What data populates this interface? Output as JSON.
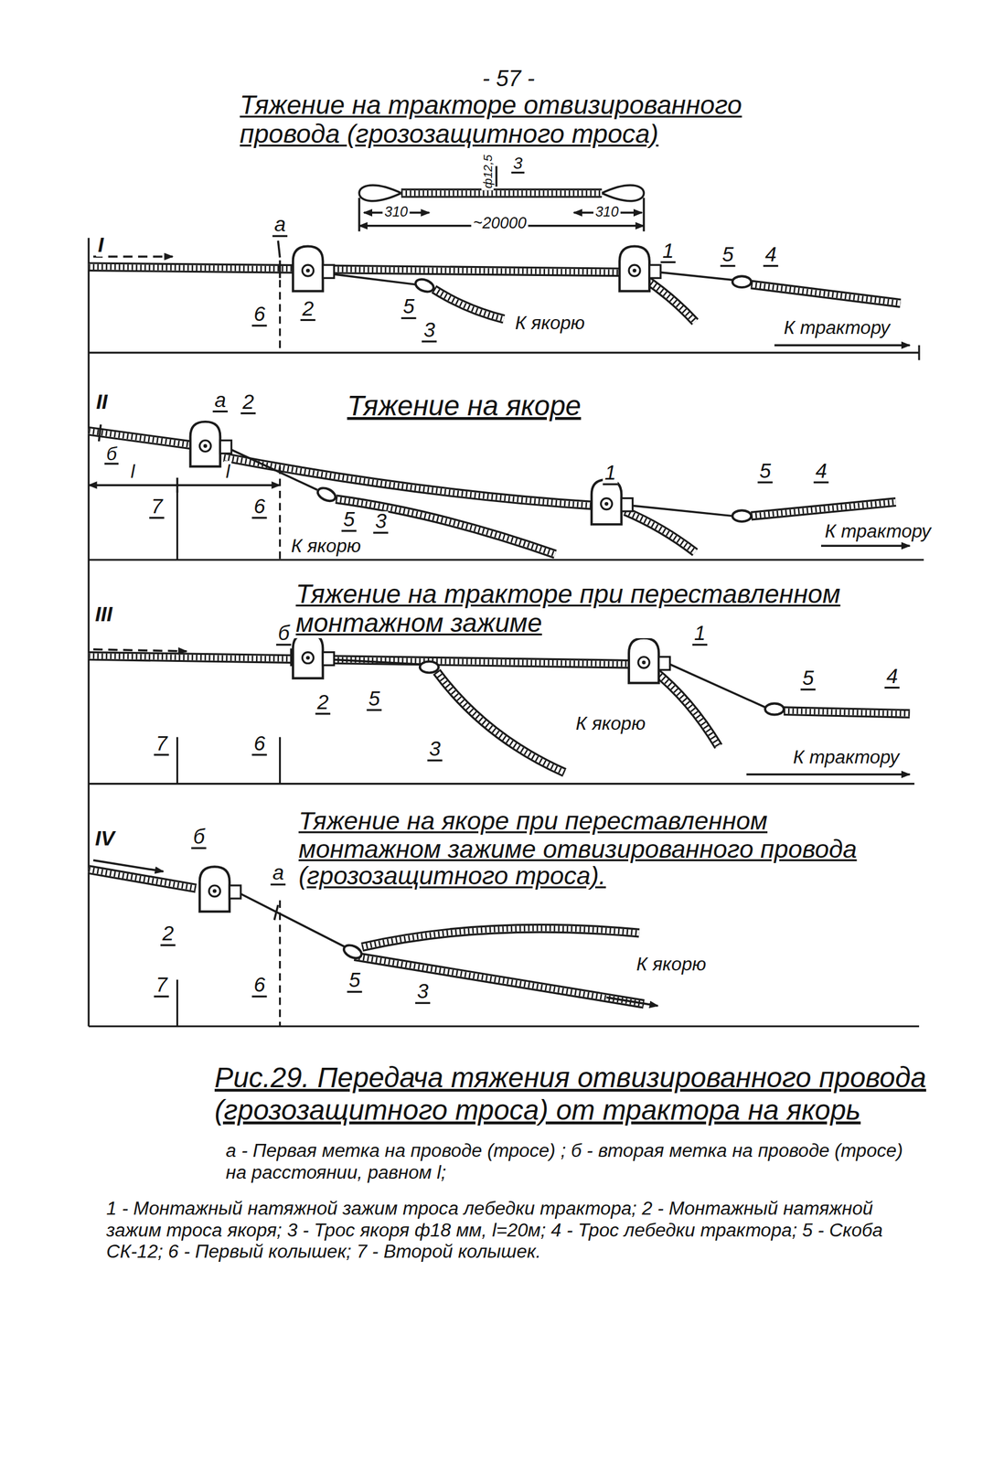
{
  "diagram": {
    "caption": "Рис.29. Передача тяжения отвизированного провода (грозозащитного троса) от трактора на якорь",
    "labels": [
      "- 57 -",
      "Тяжение на тракторе отвизированного провода (грозозащитного троса)",
      "3",
      "ф12,5",
      "310",
      "~20000",
      "310",
      "I",
      "а",
      "2",
      "5",
      "3",
      "К якорю",
      "1",
      "5",
      "4",
      "К трактору",
      "6",
      "II",
      "Тяжение на якоре",
      "б",
      "а",
      "2",
      "l",
      "l",
      "7",
      "6",
      "5",
      "3",
      "К якорю",
      "1",
      "5",
      "4",
      "К трактору",
      "Тяжение на тракторе при переставленном монтажном зажиме",
      "III",
      "б",
      "1",
      "2",
      "5",
      "3",
      "К якорю",
      "5",
      "4",
      "К трактору",
      "7",
      "6",
      "Тяжение на якоре при переставленном монтажном зажиме отвизированного провода (грозозащитного троса).",
      "IV",
      "б",
      "а",
      "2",
      "5",
      "3",
      "К якорю",
      "7",
      "6",
      "а - Первая метка на проводе (тросе) ; б - вторая метка на проводе (тросе) на расстоянии, равном l;",
      "1 - Монтажный натяжной зажим троса лебедки трактора; 2 - Монтажный натяжной зажим троса якоря; 3 - Трос якоря ф18 мм, l=20м; 4 - Трос лебедки трактора; 5 - Скоба СК-12; 6 - Первый колышек; 7 - Второй колышек."
    ]
  }
}
